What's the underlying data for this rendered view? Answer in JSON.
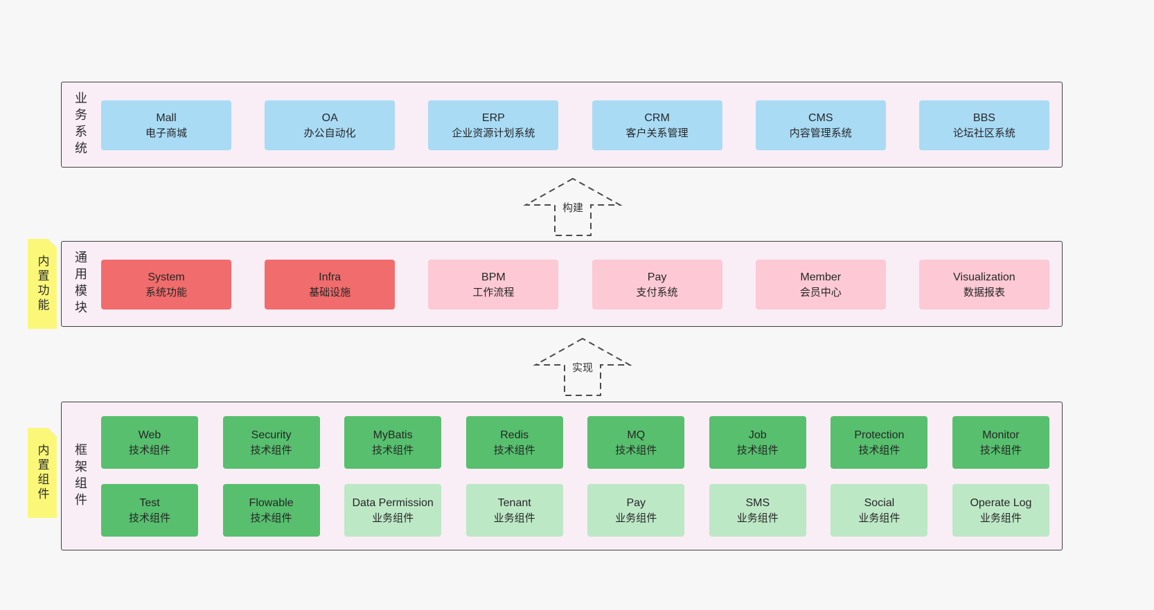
{
  "business": {
    "side_label": "业务系统",
    "boxes": [
      {
        "title": "Mall",
        "subtitle": "电子商城"
      },
      {
        "title": "OA",
        "subtitle": "办公自动化"
      },
      {
        "title": "ERP",
        "subtitle": "企业资源计划系统"
      },
      {
        "title": "CRM",
        "subtitle": "客户关系管理"
      },
      {
        "title": "CMS",
        "subtitle": "内容管理系统"
      },
      {
        "title": "BBS",
        "subtitle": "论坛社区系统"
      }
    ]
  },
  "arrows": {
    "build": "构建",
    "implement": "实现"
  },
  "modules": {
    "side_label": "通用模块",
    "sticky_label": "内置功能",
    "boxes": [
      {
        "title": "System",
        "subtitle": "系统功能"
      },
      {
        "title": "Infra",
        "subtitle": "基础设施"
      },
      {
        "title": "BPM",
        "subtitle": "工作流程"
      },
      {
        "title": "Pay",
        "subtitle": "支付系统"
      },
      {
        "title": "Member",
        "subtitle": "会员中心"
      },
      {
        "title": "Visualization",
        "subtitle": "数据报表"
      }
    ]
  },
  "components": {
    "side_label": "框架组件",
    "sticky_label": "内置组件",
    "row1": [
      {
        "title": "Web",
        "subtitle": "技术组件"
      },
      {
        "title": "Security",
        "subtitle": "技术组件"
      },
      {
        "title": "MyBatis",
        "subtitle": "技术组件"
      },
      {
        "title": "Redis",
        "subtitle": "技术组件"
      },
      {
        "title": "MQ",
        "subtitle": "技术组件"
      },
      {
        "title": "Job",
        "subtitle": "技术组件"
      },
      {
        "title": "Protection",
        "subtitle": "技术组件"
      },
      {
        "title": "Monitor",
        "subtitle": "技术组件"
      }
    ],
    "row2": [
      {
        "title": "Test",
        "subtitle": "技术组件"
      },
      {
        "title": "Flowable",
        "subtitle": "技术组件"
      },
      {
        "title": "Data Permission",
        "subtitle": "业务组件"
      },
      {
        "title": "Tenant",
        "subtitle": "业务组件"
      },
      {
        "title": "Pay",
        "subtitle": "业务组件"
      },
      {
        "title": "SMS",
        "subtitle": "业务组件"
      },
      {
        "title": "Social",
        "subtitle": "业务组件"
      },
      {
        "title": "Operate Log",
        "subtitle": "业务组件"
      }
    ]
  },
  "colors": {
    "page_bg": "#f7f7f7",
    "panel_bg": "#f9edf6",
    "panel_border": "#3d3d3d",
    "business_box": "#a9dbf5",
    "module_primary": "#f16c6c",
    "module_secondary": "#fcc9d4",
    "component_tech": "#57bf6e",
    "component_biz": "#bde8c6",
    "sticky": "#fbf879"
  }
}
